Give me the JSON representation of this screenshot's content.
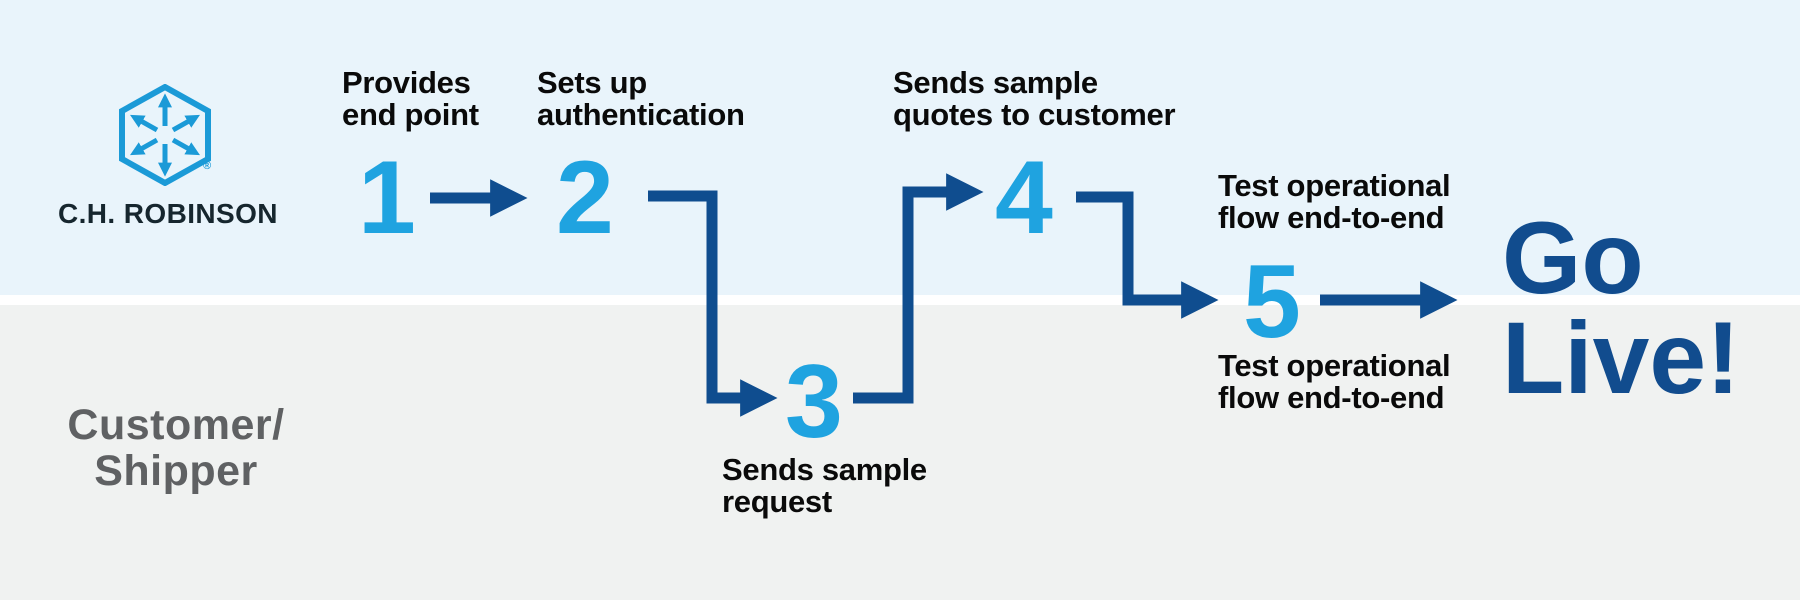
{
  "brand": {
    "wordmark": "C.H. ROBINSON",
    "registered": "®",
    "logo_icon": "hexagon-cube-arrows"
  },
  "lanes": {
    "top_owner": "C.H. ROBINSON",
    "bottom_owner_line1": "Customer/",
    "bottom_owner_line2": "Shipper"
  },
  "steps": [
    {
      "number": "1",
      "lane": "chrobinson",
      "label_line1": "Provides",
      "label_line2": "end point"
    },
    {
      "number": "2",
      "lane": "chrobinson",
      "label_line1": "Sets up",
      "label_line2": "authentication"
    },
    {
      "number": "3",
      "lane": "customer",
      "label_line1": "Sends sample",
      "label_line2": "request"
    },
    {
      "number": "4",
      "lane": "chrobinson",
      "label_line1": "Sends sample",
      "label_line2": "quotes to customer"
    },
    {
      "number": "5",
      "lane": "both",
      "label_top_line1": "Test operational",
      "label_top_line2": "flow end-to-end",
      "label_bottom_line1": "Test operational",
      "label_bottom_line2": "flow end-to-end"
    }
  ],
  "finish": {
    "line1": "Go",
    "line2": "Live!"
  },
  "colors": {
    "lane_top_bg": "#E9F4FB",
    "lane_bottom_bg": "#F0F2F1",
    "divider": "#FFFFFF",
    "step_number": "#1FA3E0",
    "arrow": "#0F4D8F",
    "finish_text": "#114C8E",
    "logo": "#1B9AD7",
    "wordmark": "#16262E",
    "label_text": "#0A0A0A",
    "customer_label": "#5F6163"
  }
}
